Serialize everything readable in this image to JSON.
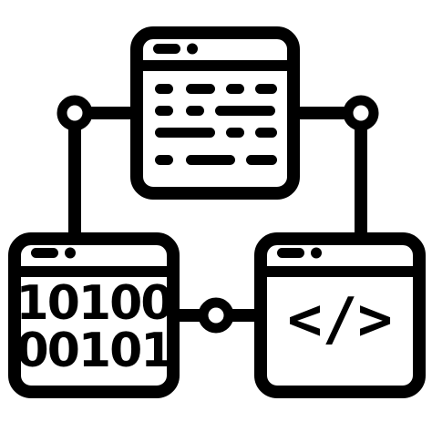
{
  "icon": {
    "name": "network-code-windows-icon",
    "stroke_color": "#000000",
    "background_color": "#ffffff"
  },
  "windows": {
    "top": {
      "name": "text-document-window",
      "content_type": "text-lines"
    },
    "left": {
      "name": "binary-data-window",
      "content_type": "binary",
      "binary_lines": [
        "10100",
        "00101"
      ]
    },
    "right": {
      "name": "source-code-window",
      "content_type": "code",
      "code_symbol": "</>"
    }
  },
  "connectors": [
    "top-left-node",
    "top-right-node",
    "middle-node"
  ]
}
